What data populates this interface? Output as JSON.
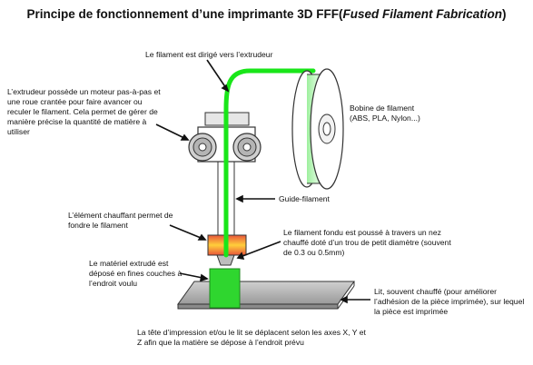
{
  "title": {
    "main": "Principe de fonctionnement d’une imprimante 3D FFF(",
    "italic": "Fused Filament Fabrication",
    "close": ")"
  },
  "labels": {
    "filament_dirige": "Le filament est dirigé vers l’extrudeur",
    "extrudeur": "L’extrudeur possède un moteur pas-à-pas et une roue crantée pour faire avancer ou reculer le filament. Cela permet de gérer de manière précise la quantité de matière à utiliser",
    "bobine": "Bobine de filament (ABS, PLA, Nylon...)",
    "guide": "Guide-filament",
    "chauffant": "L’élément chauffant permet de fondre le filament",
    "fondu": "Le filament fondu est poussé à travers un nez chauffé doté d’un trou de petit diamètre (souvent de 0.3 ou 0.5mm)",
    "extrude": "Le matériel extrudé est déposé en fines couches à l’endroit voulu",
    "lit": "Lit, souvent chauffé (pour améliorer l’adhésion de la pièce imprimée), sur lequel la pièce est imprimée",
    "tete": "La tête d’impression et/ou le lit se déplacent selon les axes X, Y et Z afin que la matière se dépose à l’endroit prévu"
  },
  "colors": {
    "filament": "#19e619",
    "part": "#2fd62f",
    "extruder_body": "#ffffff",
    "gear": "#cfcfcf",
    "bed": "#b5b5b5",
    "heater_outer": "#e8553a",
    "heater_inner": "#ffcf3a"
  }
}
